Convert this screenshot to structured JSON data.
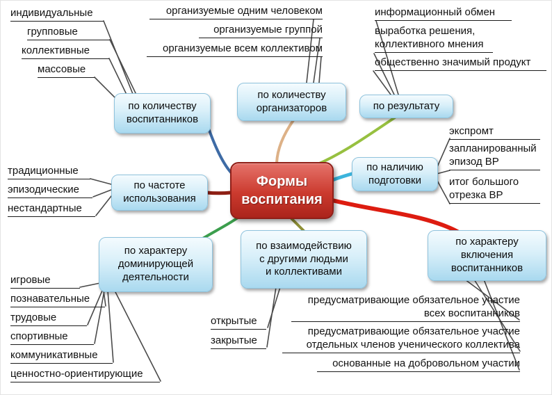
{
  "center": {
    "label": "Формы\nвоспитания",
    "color": "#cb3a2e"
  },
  "connector_color": "#4a4a4a",
  "underline_color": "#1a1a1a",
  "branches": [
    {
      "id": "by-pupil-count",
      "label": "по количеству\nвоспитанников",
      "color": "#3e6ba5",
      "leaves": [
        "индивидуальные",
        "групповые",
        "коллективные",
        "массовые"
      ]
    },
    {
      "id": "by-organizer-count",
      "label": "по количеству\nорганизаторов",
      "color": "#ddb187",
      "leaves": [
        "организуемые одним человеком",
        "организуемые группой",
        "организуемые всем коллективом"
      ]
    },
    {
      "id": "by-result",
      "label": "по результату",
      "color": "#97c040",
      "leaves": [
        "информационный обмен",
        "выработка решения, коллективного мнения",
        "общественно значимый продукт"
      ]
    },
    {
      "id": "by-preparation",
      "label": "по наличию\nподготовки",
      "color": "#3cb4dc",
      "leaves": [
        "экспромт",
        "запланированный эпизод ВР",
        "итог большого отрезка ВР"
      ]
    },
    {
      "id": "by-frequency",
      "label": "по частоте\nиспользования",
      "color": "#8e1f14",
      "leaves": [
        "традиционные",
        "эпизодические",
        "нестандартные"
      ]
    },
    {
      "id": "by-dominant-activity",
      "label": "по характеру\nдоминирующей\nдеятельности",
      "color": "#3c9e4d",
      "leaves": [
        "игровые",
        "познавательные",
        "трудовые",
        "спортивные",
        "коммуникативные",
        "ценностно-ориентирующие"
      ]
    },
    {
      "id": "by-interaction",
      "label": "по взаимодействию\nс другими людьми\nи коллективами",
      "color": "#8f9037",
      "leaves": [
        "открытые",
        "закрытые"
      ]
    },
    {
      "id": "by-inclusion",
      "label": "по характеру\nвключения\nвоспитанников",
      "color": "#dd1c10",
      "leaves": [
        "предусматривающие обязательное участие всех воспитанников",
        "предусматривающие обязательное участие отдельных членов ученического коллектива",
        "основанные на добровольном участии"
      ]
    }
  ]
}
